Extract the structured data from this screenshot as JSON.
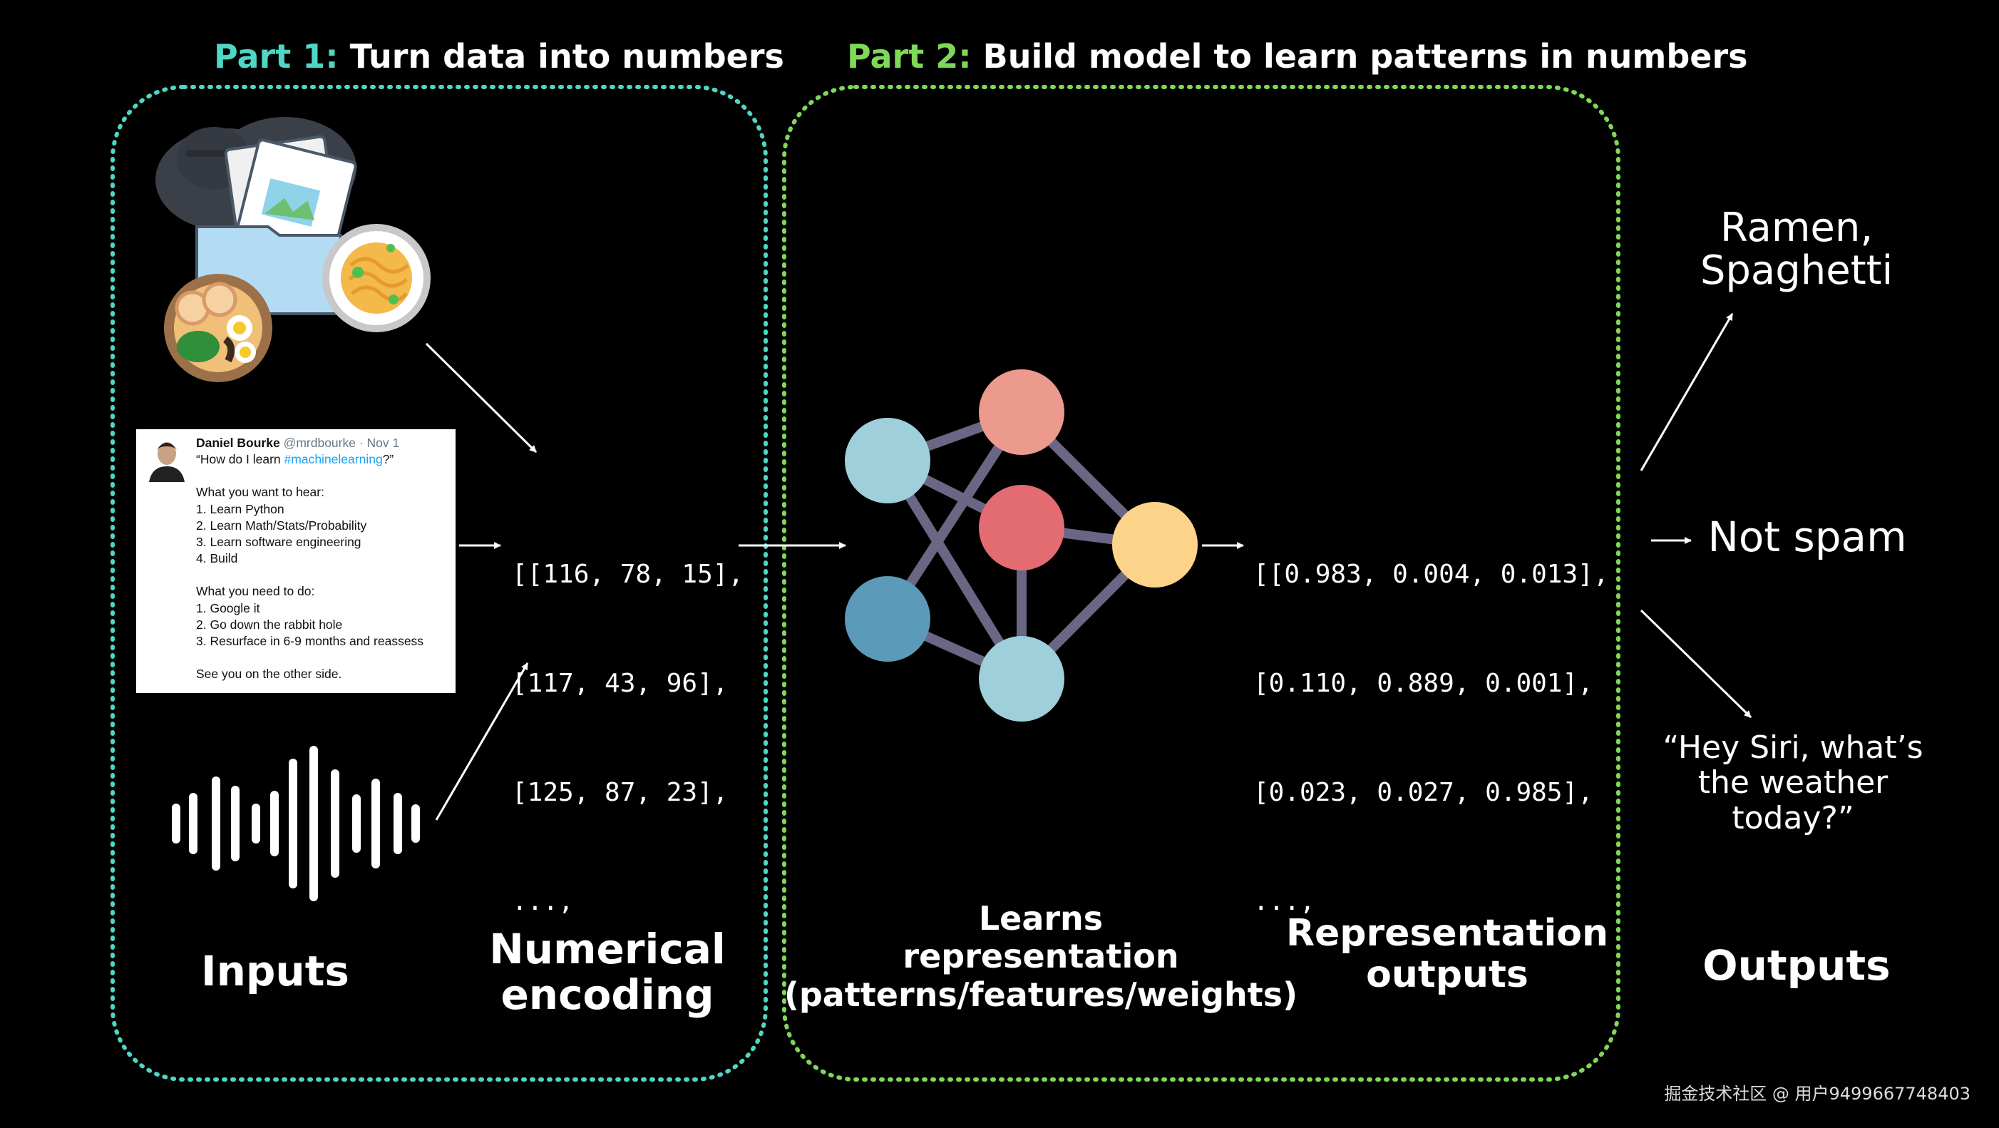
{
  "part1": {
    "prefix": "Part 1:",
    "text": "Turn data into numbers"
  },
  "part2": {
    "prefix": "Part 2:",
    "text": "Build model to learn patterns in numbers"
  },
  "labels": {
    "inputs": "Inputs",
    "numerical_encoding": [
      "Numerical",
      "encoding"
    ],
    "learns": [
      "Learns",
      "representation",
      "(patterns/features/weights)"
    ],
    "representation_outputs": [
      "Representation",
      "outputs"
    ],
    "outputs": "Outputs"
  },
  "tweet": {
    "name": "Daniel Bourke",
    "handle": "@mrdbourke · Nov 1",
    "question_start": "“How do I learn ",
    "hashtag": "#machinelearning",
    "question_end": "?”",
    "hear_title": "What you want to hear:",
    "hear_items": [
      "1. Learn Python",
      "2. Learn Math/Stats/Probability",
      "3. Learn software engineering",
      "4. Build"
    ],
    "need_title": "What you need to do:",
    "need_items": [
      "1. Google it",
      "2. Go down the rabbit hole",
      "3. Resurface in 6-9 months and reassess"
    ],
    "closing": "See you on the other side."
  },
  "encoding_rows": [
    "[[116, 78, 15],",
    "[117, 43, 96],",
    "[125, 87, 23],",
    "...,"
  ],
  "output_rows": [
    "[[0.983, 0.004, 0.013],",
    "[0.110, 0.889, 0.001],",
    "[0.023, 0.027, 0.985],",
    "...,"
  ],
  "outputs": {
    "food": [
      "Ramen,",
      "Spaghetti"
    ],
    "spam": "Not spam",
    "speech": [
      "“Hey Siri, what’s",
      "the weather",
      "today?”"
    ]
  },
  "footer": "掘金技术社区 @ 用户9499667748403",
  "icons": [
    "cloud-icon",
    "folder-icon",
    "ramen-bowl-icon",
    "spaghetti-bowl-icon",
    "avatar",
    "sound-wave-icon"
  ],
  "colors": {
    "background": "#000000",
    "part1_accent": "#4fd6c4",
    "part2_accent": "#7ed957",
    "hashtag": "#1da1f2",
    "node_light_blue": "#9ecfdb",
    "node_dark_blue": "#5b9ab8",
    "node_salmon": "#ec9a8e",
    "node_red": "#e36c72",
    "node_yellow": "#fdd38a",
    "edge": "#6a6684"
  }
}
